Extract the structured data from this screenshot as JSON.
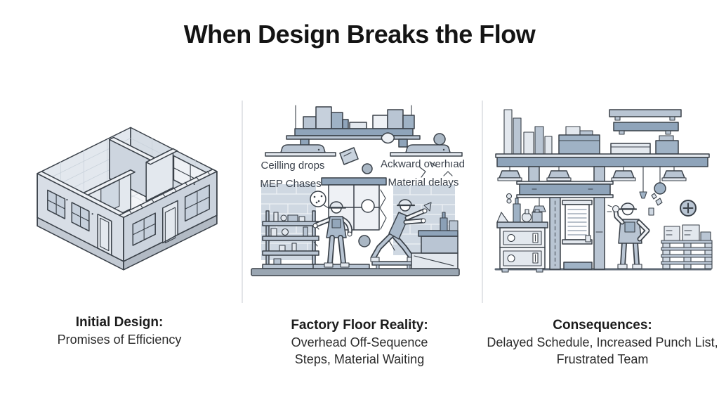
{
  "title": "When Design Breaks the Flow",
  "panels": [
    {
      "id": "initial-design",
      "caption_title": "Initial Design:",
      "caption_lines": [
        "Promises of Efficiency"
      ]
    },
    {
      "id": "factory-floor-reality",
      "labels": {
        "left_line1": "Ceilling drops",
        "left_line2": "MEP Chases",
        "right_line1": "Ackward overhıad",
        "right_line2": "Material delays"
      },
      "caption_title": "Factory Floor Reality:",
      "caption_lines": [
        "Overhead Off-Sequence",
        "Steps, Material Waiting"
      ]
    },
    {
      "id": "consequences",
      "caption_title": "Consequences:",
      "caption_lines": [
        "Delayed Schedule, Increased Punch List,",
        "Frustrated Team"
      ]
    }
  ],
  "colors": {
    "line": "#3a4149",
    "fill_light": "#e3e8ee",
    "fill_mid": "#b9c5d3",
    "fill_slate": "#8fa4ba",
    "title_text": "#141414",
    "label_text": "#3b424c"
  }
}
